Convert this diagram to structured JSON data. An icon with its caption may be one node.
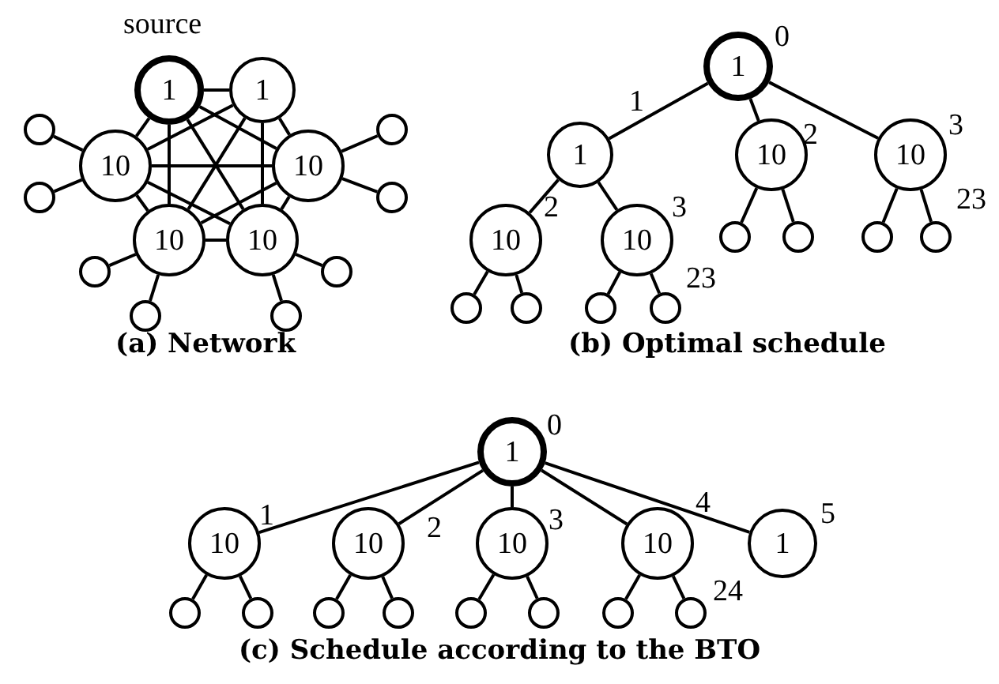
{
  "diagram": {
    "nodes": [
      {
        "text": [
          "1"
        ],
        "beside": [
          "source"
        ]
      },
      {
        "text": [
          "1"
        ]
      },
      {
        "text": [
          "10"
        ]
      },
      {
        "text": [
          "10"
        ]
      },
      {
        "text": [
          "10"
        ]
      },
      {
        "text": [
          "10"
        ]
      },
      {
        "text": [],
        "shape": "circle"
      },
      {
        "text": [],
        "shape": "circle"
      },
      {
        "text": [],
        "shape": "circle"
      },
      {
        "text": [],
        "shape": "circle"
      },
      {
        "text": [],
        "shape": "circle"
      },
      {
        "text": [],
        "shape": "circle"
      },
      {
        "text": [],
        "shape": "circle"
      },
      {
        "text": [],
        "shape": "circle"
      },
      {
        "text": [
          "1"
        ],
        "beside": [
          "0"
        ]
      },
      {
        "text": [
          "1"
        ],
        "beside": [
          "1"
        ]
      },
      {
        "text": [
          "10"
        ],
        "beside": [
          "2"
        ]
      },
      {
        "text": [
          "10"
        ],
        "beside": [
          "3"
        ]
      },
      {
        "text": [
          "10"
        ],
        "beside": [
          "2"
        ]
      },
      {
        "text": [
          "10"
        ],
        "beside": [
          "3"
        ]
      },
      {
        "text": [],
        "shape": "circle"
      },
      {
        "text": [],
        "shape": "circle"
      },
      {
        "text": [],
        "shape": "circle"
      },
      {
        "text": [],
        "shape": "circle",
        "beside": [
          "23"
        ]
      },
      {
        "text": [],
        "shape": "circle"
      },
      {
        "text": [],
        "shape": "circle"
      },
      {
        "text": [],
        "shape": "circle"
      },
      {
        "text": [],
        "shape": "circle",
        "beside": [
          "23"
        ]
      },
      {
        "text": [
          "1"
        ],
        "beside": [
          "0"
        ]
      },
      {
        "text": [
          "10"
        ],
        "beside": [
          "1"
        ]
      },
      {
        "text": [
          "10"
        ],
        "beside": [
          "2"
        ]
      },
      {
        "text": [
          "10"
        ],
        "beside": [
          "3"
        ]
      },
      {
        "text": [
          "10"
        ],
        "beside": [
          "4"
        ]
      },
      {
        "text": [
          "1"
        ],
        "beside": [
          "5"
        ]
      },
      {
        "text": [],
        "shape": "circle"
      },
      {
        "text": [],
        "shape": "circle"
      },
      {
        "text": [],
        "shape": "circle"
      },
      {
        "text": [],
        "shape": "circle"
      },
      {
        "text": [],
        "shape": "circle"
      },
      {
        "text": [],
        "shape": "circle"
      },
      {
        "text": [],
        "shape": "circle"
      },
      {
        "text": [],
        "shape": "circle",
        "beside": [
          "24"
        ]
      }
    ],
    "edges": [
      {
        "from": 0,
        "to": 1,
        "arrow": "none"
      },
      {
        "from": 0,
        "to": 2,
        "arrow": "none"
      },
      {
        "from": 0,
        "to": 3,
        "arrow": "none"
      },
      {
        "from": 0,
        "to": 4,
        "arrow": "none"
      },
      {
        "from": 0,
        "to": 5,
        "arrow": "none"
      },
      {
        "from": 1,
        "to": 2,
        "arrow": "none"
      },
      {
        "from": 1,
        "to": 3,
        "arrow": "none"
      },
      {
        "from": 1,
        "to": 4,
        "arrow": "none"
      },
      {
        "from": 1,
        "to": 5,
        "arrow": "none"
      },
      {
        "from": 2,
        "to": 3,
        "arrow": "none"
      },
      {
        "from": 2,
        "to": 4,
        "arrow": "none"
      },
      {
        "from": 2,
        "to": 5,
        "arrow": "none"
      },
      {
        "from": 3,
        "to": 4,
        "arrow": "none"
      },
      {
        "from": 3,
        "to": 5,
        "arrow": "none"
      },
      {
        "from": 4,
        "to": 5,
        "arrow": "none"
      },
      {
        "from": 2,
        "to": 6,
        "arrow": "none"
      },
      {
        "from": 2,
        "to": 7,
        "arrow": "none"
      },
      {
        "from": 3,
        "to": 8,
        "arrow": "none"
      },
      {
        "from": 3,
        "to": 9,
        "arrow": "none"
      },
      {
        "from": 4,
        "to": 10,
        "arrow": "none"
      },
      {
        "from": 4,
        "to": 11,
        "arrow": "none"
      },
      {
        "from": 5,
        "to": 12,
        "arrow": "none"
      },
      {
        "from": 5,
        "to": 13,
        "arrow": "none"
      },
      {
        "from": 14,
        "to": 15,
        "arrow": "none"
      },
      {
        "from": 14,
        "to": 16,
        "arrow": "none"
      },
      {
        "from": 14,
        "to": 17,
        "arrow": "none"
      },
      {
        "from": 15,
        "to": 18,
        "arrow": "none"
      },
      {
        "from": 15,
        "to": 19,
        "arrow": "none"
      },
      {
        "from": 16,
        "to": 20,
        "arrow": "none"
      },
      {
        "from": 16,
        "to": 21,
        "arrow": "none"
      },
      {
        "from": 17,
        "to": 22,
        "arrow": "none"
      },
      {
        "from": 17,
        "to": 23,
        "arrow": "none"
      },
      {
        "from": 18,
        "to": 24,
        "arrow": "none"
      },
      {
        "from": 18,
        "to": 25,
        "arrow": "none"
      },
      {
        "from": 19,
        "to": 26,
        "arrow": "none"
      },
      {
        "from": 19,
        "to": 27,
        "arrow": "none"
      },
      {
        "from": 28,
        "to": 29,
        "arrow": "none"
      },
      {
        "from": 28,
        "to": 30,
        "arrow": "none"
      },
      {
        "from": 28,
        "to": 31,
        "arrow": "none"
      },
      {
        "from": 28,
        "to": 32,
        "arrow": "none"
      },
      {
        "from": 28,
        "to": 33,
        "arrow": "none"
      },
      {
        "from": 29,
        "to": 34,
        "arrow": "none"
      },
      {
        "from": 29,
        "to": 35,
        "arrow": "none"
      },
      {
        "from": 30,
        "to": 36,
        "arrow": "none"
      },
      {
        "from": 30,
        "to": 37,
        "arrow": "none"
      },
      {
        "from": 31,
        "to": 38,
        "arrow": "none"
      },
      {
        "from": 31,
        "to": 39,
        "arrow": "none"
      },
      {
        "from": 32,
        "to": 40,
        "arrow": "none"
      },
      {
        "from": 32,
        "to": 41,
        "arrow": "none"
      }
    ],
    "labels": [
      "(a) Network",
      "(b) Optimal schedule",
      "(c) Schedule according to the BTO"
    ]
  }
}
